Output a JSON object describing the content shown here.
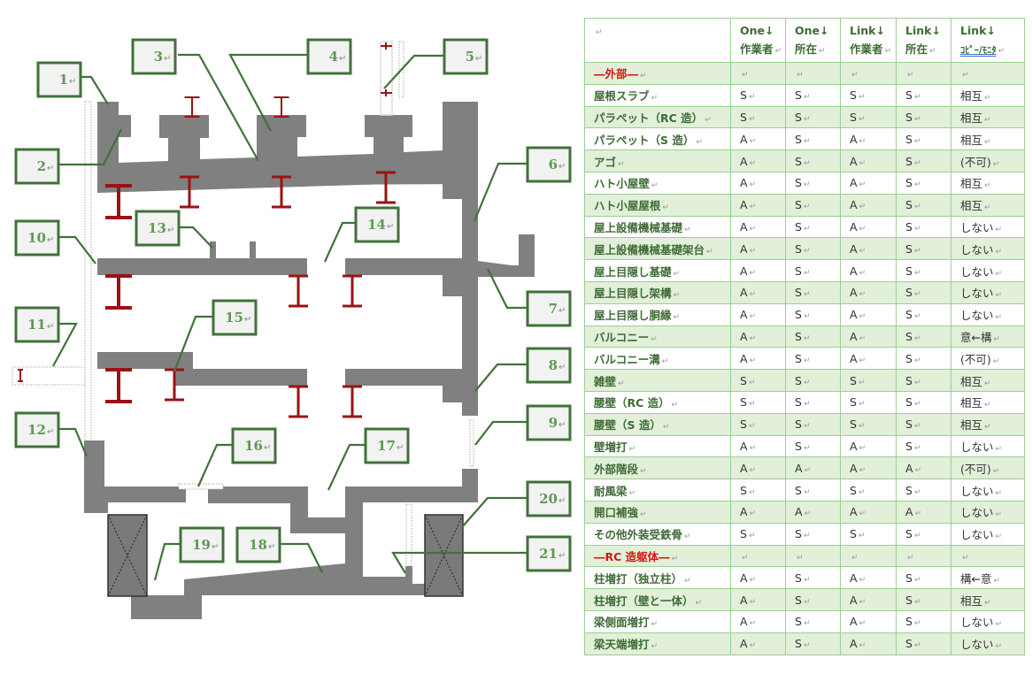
{
  "callouts": [
    "1",
    "2",
    "3",
    "4",
    "5",
    "6",
    "7",
    "8",
    "9",
    "10",
    "11",
    "12",
    "13",
    "14",
    "15",
    "16",
    "17",
    "18",
    "19",
    "20",
    "21"
  ],
  "return_mark": "↵",
  "colors": {
    "concrete": "#808080",
    "steel_beam": "#9b1214",
    "callout_border": "#41713a",
    "callout_text": "#5e9a52",
    "table_border": "#9ccf92",
    "table_shade": "#e2efd9",
    "section_red": "#d11a14"
  },
  "table": {
    "headers": [
      {
        "line1": "",
        "line2": ""
      },
      {
        "line1": "One↓",
        "line2": "作業者"
      },
      {
        "line1": "One↓",
        "line2": "所在"
      },
      {
        "line1": "Link↓",
        "line2": "作業者"
      },
      {
        "line1": "Link↓",
        "line2": "所在"
      },
      {
        "line1": "Link↓",
        "line2": "ｺﾋﾟｰ/ﾓﾆﾀ"
      }
    ],
    "rows": [
      {
        "item": "―外部―",
        "section": true,
        "values": [
          "",
          "",
          "",
          "",
          ""
        ]
      },
      {
        "item": "屋根スラブ",
        "values": [
          "S",
          "S",
          "S",
          "S",
          "相互"
        ]
      },
      {
        "item": "パラペット（RC 造）",
        "values": [
          "S",
          "S",
          "S",
          "S",
          "相互"
        ]
      },
      {
        "item": "パラペット（S 造）",
        "values": [
          "A",
          "S",
          "A",
          "S",
          "相互"
        ]
      },
      {
        "item": "アゴ",
        "values": [
          "A",
          "S",
          "A",
          "S",
          "(不可)"
        ]
      },
      {
        "item": "ハト小屋壁",
        "values": [
          "A",
          "S",
          "A",
          "S",
          "相互"
        ]
      },
      {
        "item": "ハト小屋屋根",
        "values": [
          "A",
          "S",
          "A",
          "S",
          "相互"
        ]
      },
      {
        "item": "屋上設備機械基礎",
        "values": [
          "A",
          "S",
          "A",
          "S",
          "しない"
        ]
      },
      {
        "item": "屋上設備機械基礎架台",
        "values": [
          "A",
          "S",
          "A",
          "S",
          "しない"
        ]
      },
      {
        "item": "屋上目隠し基礎",
        "values": [
          "A",
          "S",
          "A",
          "S",
          "しない"
        ]
      },
      {
        "item": "屋上目隠し架構",
        "values": [
          "A",
          "S",
          "A",
          "S",
          "しない"
        ]
      },
      {
        "item": "屋上目隠し胴縁",
        "values": [
          "A",
          "S",
          "A",
          "S",
          "しない"
        ]
      },
      {
        "item": "バルコニー",
        "values": [
          "A",
          "S",
          "A",
          "S",
          "意←構"
        ]
      },
      {
        "item": "バルコニー溝",
        "values": [
          "A",
          "S",
          "A",
          "S",
          "(不可)"
        ]
      },
      {
        "item": "雑壁",
        "values": [
          "S",
          "S",
          "S",
          "S",
          "相互"
        ]
      },
      {
        "item": "腰壁（RC 造）",
        "values": [
          "S",
          "S",
          "S",
          "S",
          "相互"
        ]
      },
      {
        "item": "腰壁（S 造）",
        "values": [
          "S",
          "S",
          "S",
          "S",
          "相互"
        ]
      },
      {
        "item": "壁増打",
        "values": [
          "A",
          "S",
          "A",
          "S",
          "しない"
        ]
      },
      {
        "item": "外部階段",
        "values": [
          "A",
          "A",
          "A",
          "A",
          "(不可)"
        ]
      },
      {
        "item": "耐風梁",
        "values": [
          "S",
          "S",
          "S",
          "S",
          "しない"
        ]
      },
      {
        "item": "開口補強",
        "values": [
          "A",
          "A",
          "A",
          "A",
          "しない"
        ]
      },
      {
        "item": "その他外装受鉄骨",
        "values": [
          "S",
          "S",
          "S",
          "S",
          "しない"
        ]
      },
      {
        "item": "―RC 造躯体―",
        "section": true,
        "values": [
          "",
          "",
          "",
          "",
          ""
        ]
      },
      {
        "item": "柱増打（独立柱）",
        "values": [
          "A",
          "S",
          "A",
          "S",
          "構←意"
        ]
      },
      {
        "item": "柱増打（壁と一体）",
        "values": [
          "A",
          "S",
          "A",
          "S",
          "相互"
        ]
      },
      {
        "item": "梁側面増打",
        "values": [
          "A",
          "S",
          "A",
          "S",
          "しない"
        ]
      },
      {
        "item": "梁天端増打",
        "values": [
          "A",
          "S",
          "A",
          "S",
          "しない"
        ]
      }
    ]
  }
}
